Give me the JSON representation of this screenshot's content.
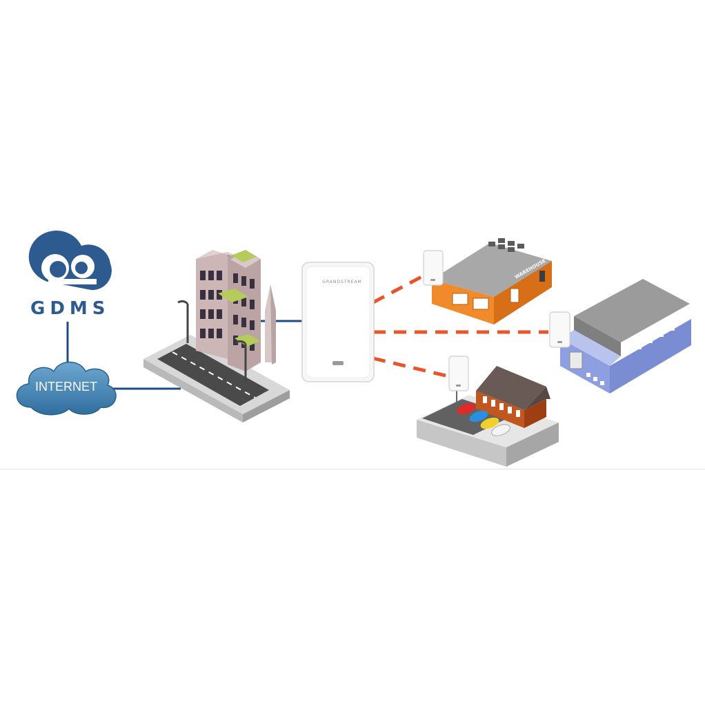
{
  "diagram": {
    "gdms_logo_text": "GDMS",
    "internet_label": "INTERNET",
    "ap_brand_text": "GRANDSTREAM",
    "warehouse_sign_text": "WAREHOUSE",
    "colors": {
      "brand_blue": "#2e5b8f",
      "cable_blue": "#1f4c86",
      "wireless_link": "#e8552a",
      "cloud": "#4f8fbd",
      "warehouse_orange": "#f08a2a",
      "warehouse_purple": "#8d9fe0",
      "restaurant_brown": "#b84d1e"
    },
    "nodes": [
      {
        "id": "gdms-cloud",
        "kind": "cloud-management"
      },
      {
        "id": "internet",
        "kind": "internet"
      },
      {
        "id": "office-building",
        "kind": "building"
      },
      {
        "id": "main-access-point",
        "kind": "access-point"
      },
      {
        "id": "orange-warehouse",
        "kind": "building"
      },
      {
        "id": "purple-warehouse",
        "kind": "building"
      },
      {
        "id": "restaurant",
        "kind": "building"
      }
    ],
    "links": [
      {
        "from": "gdms-cloud",
        "to": "internet",
        "type": "wired"
      },
      {
        "from": "internet",
        "to": "office-building",
        "type": "wired"
      },
      {
        "from": "office-building",
        "to": "main-access-point",
        "type": "wired"
      },
      {
        "from": "main-access-point",
        "to": "orange-warehouse",
        "type": "wireless"
      },
      {
        "from": "main-access-point",
        "to": "purple-warehouse",
        "type": "wireless"
      },
      {
        "from": "main-access-point",
        "to": "restaurant",
        "type": "wireless"
      }
    ]
  }
}
